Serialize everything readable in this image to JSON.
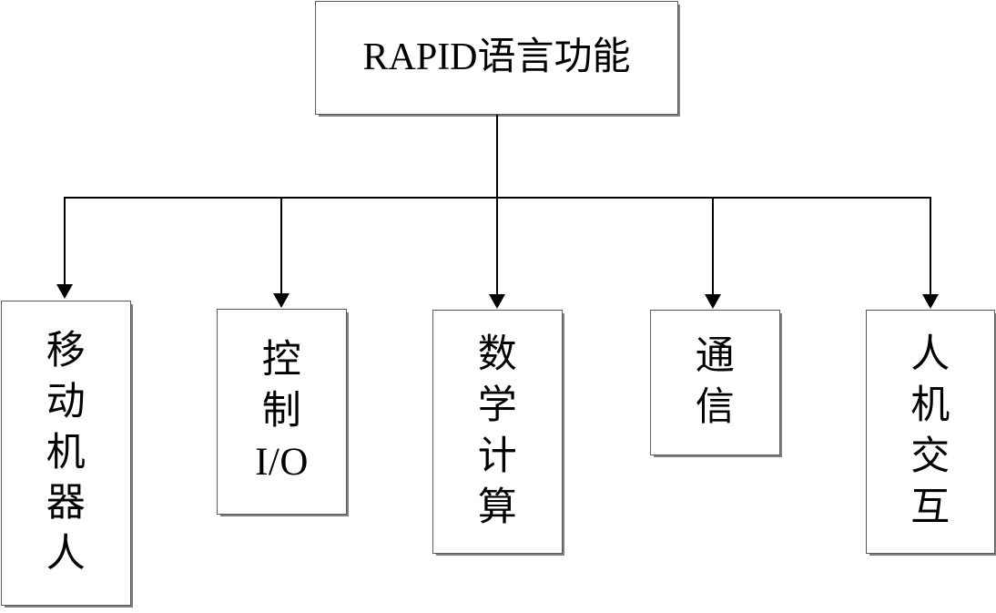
{
  "diagram": {
    "title": "RAPID语言功能",
    "type": "tree",
    "orientation": "top-down",
    "root": {
      "label": "RAPID语言功能",
      "text_orientation": "horizontal"
    },
    "children": [
      {
        "label": "移\n动\n机\n器\n人",
        "plain": "移动机器人",
        "text_orientation": "vertical-stacked"
      },
      {
        "label": "控\n制\nI/O",
        "plain": "控制I/O",
        "text_orientation": "vertical-stacked"
      },
      {
        "label": "数\n学\n计\n算",
        "plain": "数学计算",
        "text_orientation": "vertical-stacked"
      },
      {
        "label": "通\n信",
        "plain": "通信",
        "text_orientation": "vertical-stacked"
      },
      {
        "label": "人\n机\n交\n互",
        "plain": "人机交互",
        "text_orientation": "vertical-stacked"
      }
    ],
    "colors": {
      "background": "#ffffff",
      "line": "#000000",
      "border": "#595959",
      "shadow": "#808080",
      "text": "#000000"
    }
  }
}
